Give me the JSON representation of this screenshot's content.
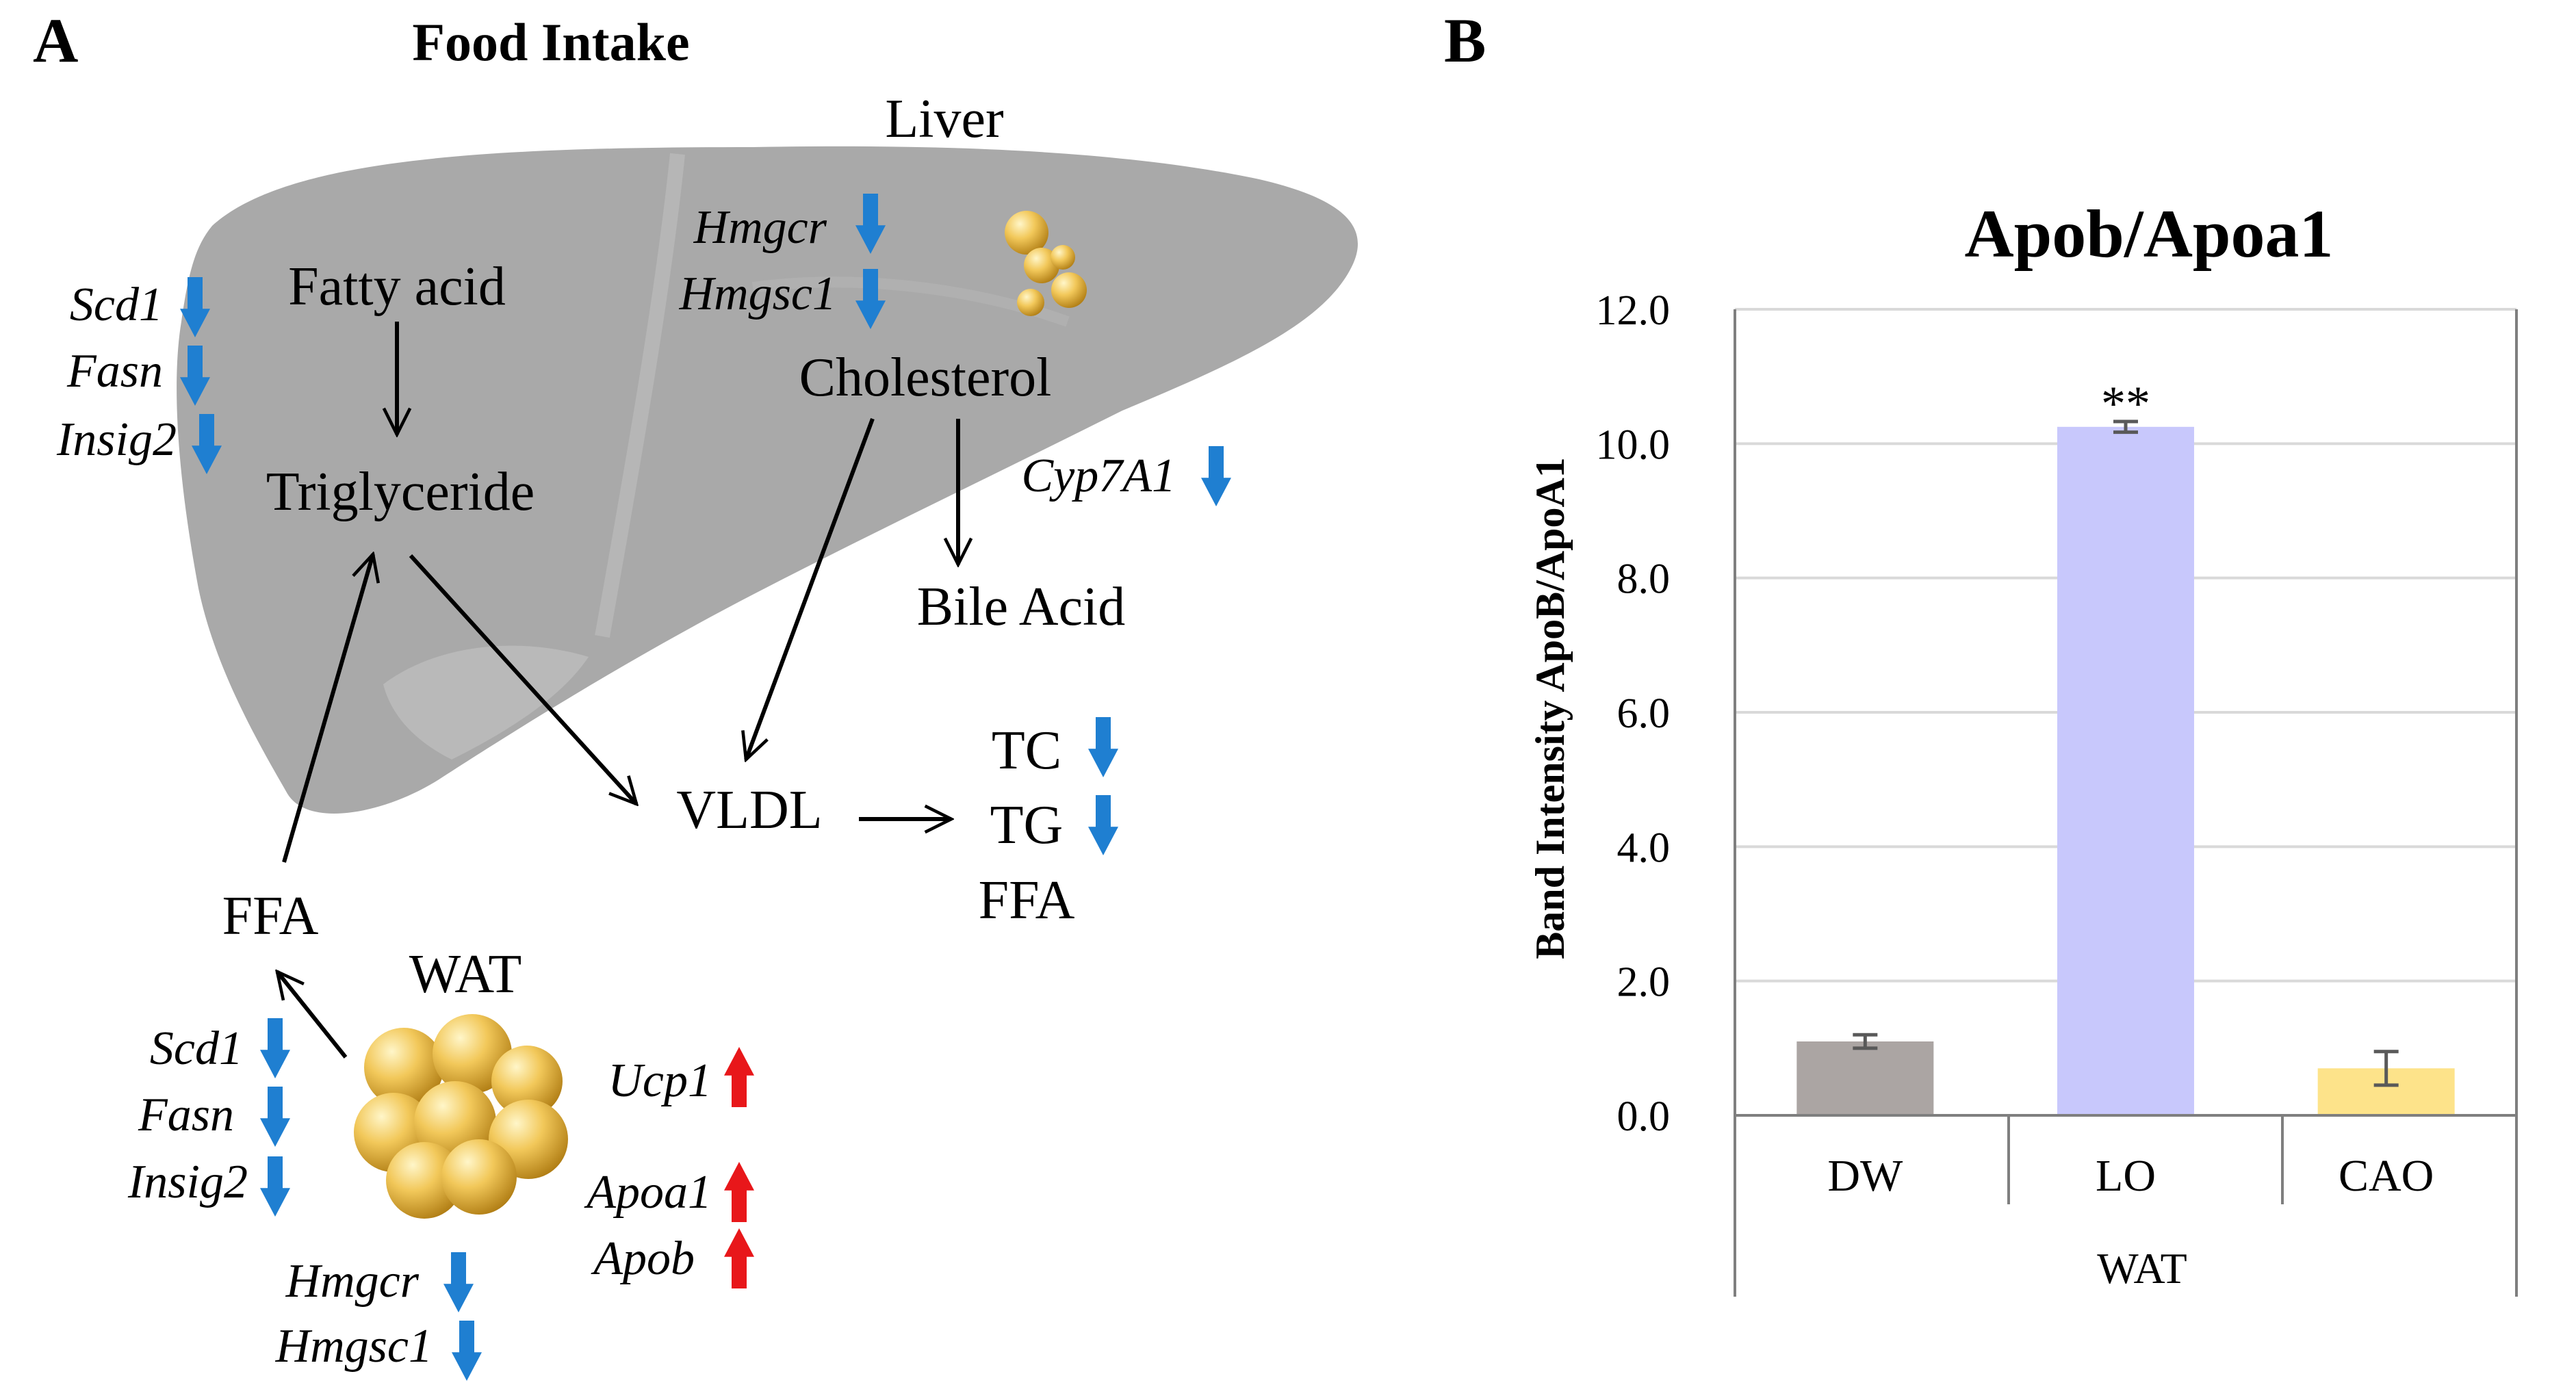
{
  "panel_a": {
    "letter": "A",
    "title": "Food Intake",
    "liver_label": "Liver",
    "nodes": {
      "fatty_acid": "Fatty acid",
      "triglyceride": "Triglyceride",
      "cholesterol": "Cholesterol",
      "bile_acid": "Bile Acid",
      "vldl": "VLDL",
      "ffa": "FFA",
      "wat": "WAT",
      "tc": "TC",
      "tg": "TG",
      "ffa_serum": "FFA"
    },
    "genes": {
      "liver_left": [
        "Scd1",
        "Fasn",
        "Insig2"
      ],
      "liver_chol": [
        "Hmgcr",
        "Hmgsc1"
      ],
      "cyp": "Cyp7A1",
      "wat_left": [
        "Scd1",
        "Fasn",
        "Insig2"
      ],
      "wat_right_up": [
        "Ucp1",
        "Apoa1",
        "Apob"
      ],
      "wat_bottom": [
        "Hmgcr",
        "Hmgsc1"
      ]
    },
    "colors": {
      "down_arrow": "#1f7fd1",
      "up_arrow": "#e8171a",
      "liver": "#a9a9a9",
      "fat": "#e3b649"
    },
    "icons": {
      "down": "down-arrow-icon",
      "up": "up-arrow-icon",
      "fat": "fat-droplet-icon",
      "liver": "liver-icon"
    }
  },
  "panel_b": {
    "letter": "B",
    "chart_data": {
      "type": "bar",
      "title": "Apob/Apoa1",
      "ylabel": "Band Intensity ApoB/ApoA1",
      "xgroup_label": "WAT",
      "categories": [
        "DW",
        "LO",
        "CAO"
      ],
      "values": [
        1.1,
        10.25,
        0.7
      ],
      "errors": [
        0.1,
        0.08,
        0.25
      ],
      "colors": [
        "#aba5a3",
        "#c8c8fc",
        "#fde38a"
      ],
      "annotations": [
        {
          "category": "LO",
          "text": "**"
        }
      ],
      "ylim": [
        0,
        12
      ],
      "yticks": [
        "0.0",
        "2.0",
        "4.0",
        "6.0",
        "8.0",
        "10.0",
        "12.0"
      ],
      "grid": true
    }
  }
}
